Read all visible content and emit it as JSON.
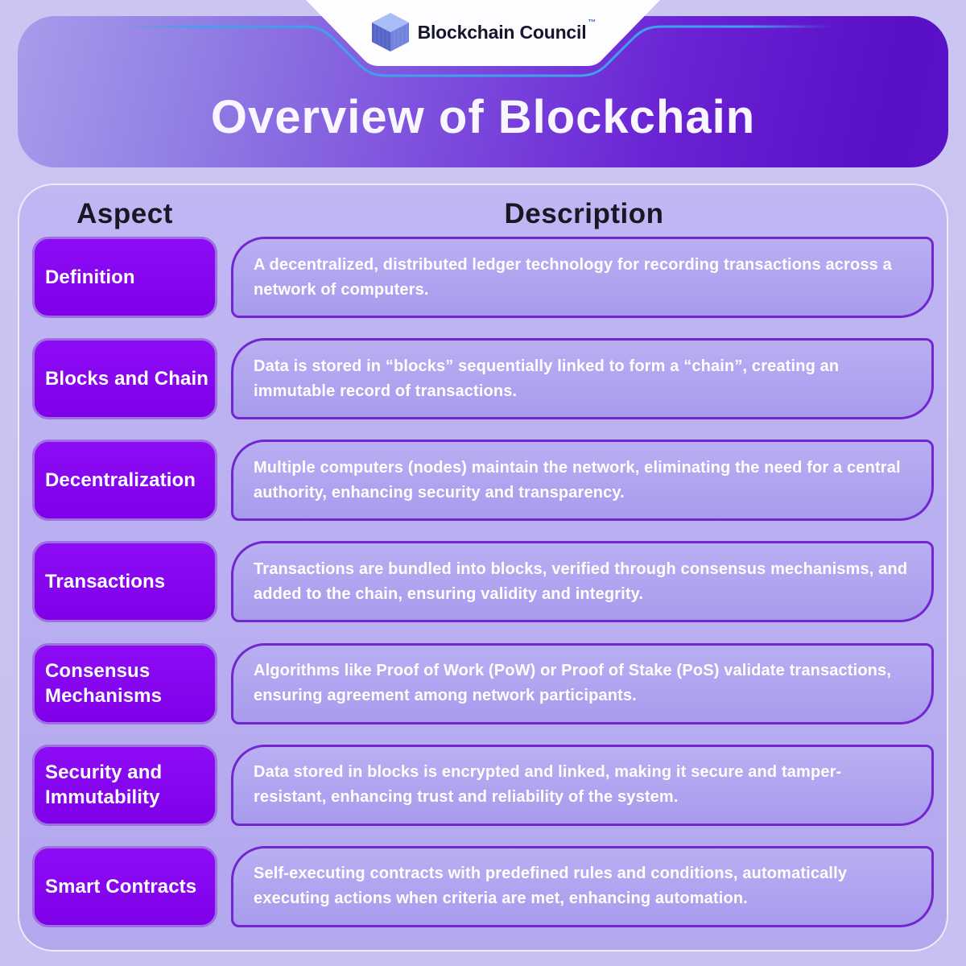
{
  "brand": {
    "name": "Blockchain Council",
    "trademark": "™",
    "logo_icon": "cube-logo-icon"
  },
  "title": "Overview of Blockchain",
  "table": {
    "headers": {
      "aspect": "Aspect",
      "description": "Description"
    },
    "rows": [
      {
        "aspect": "Definition",
        "description": "A decentralized, distributed ledger technology for recording transactions across a network of computers."
      },
      {
        "aspect": "Blocks and Chain",
        "description": "Data is stored in “blocks” sequentially linked to form a “chain”, creating an immutable record of transactions."
      },
      {
        "aspect": "Decentralization",
        "description": "Multiple computers (nodes) maintain the network, eliminating the need for a central authority, enhancing security and transparency."
      },
      {
        "aspect": "Transactions",
        "description": "Transactions are bundled into blocks, verified through consensus mechanisms, and added to the chain, ensuring validity and integrity."
      },
      {
        "aspect": "Consensus Mechanisms",
        "description": "Algorithms like Proof of Work (PoW) or Proof of Stake (PoS) validate transactions, ensuring agreement among network participants."
      },
      {
        "aspect": "Security and Immutability",
        "description": "Data stored in blocks is encrypted and linked, making it secure and tamper-resistant, enhancing trust and reliability of the system."
      },
      {
        "aspect": "Smart Contracts",
        "description": "Self-executing contracts with predefined rules and conditions, automatically executing actions when criteria are met, enhancing automation."
      }
    ]
  },
  "colors": {
    "page_background": "#c9c3f0",
    "header_gradient_start": "#a89cec",
    "header_gradient_end": "#5a10c6",
    "accent_line": "#41a0ec",
    "aspect_pill_fill": "#8505f0",
    "aspect_pill_ring": "#9d6fdf",
    "description_card_border": "#7326cf",
    "description_card_fill": "#b0a5f0",
    "panel_fill": "#b9aff0",
    "text_dark": "#1a1725",
    "text_light": "#ffffff"
  }
}
